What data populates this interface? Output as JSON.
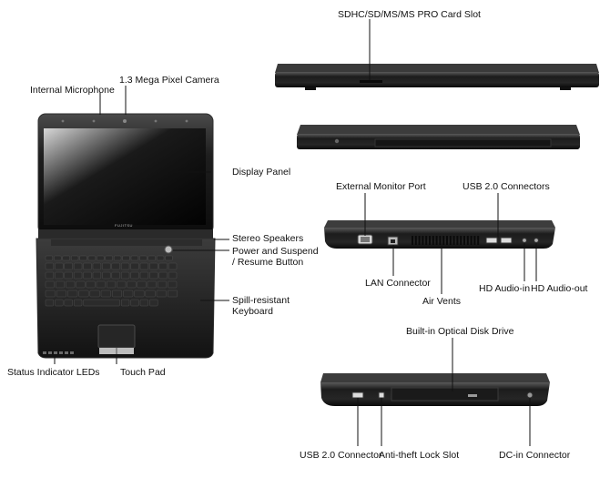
{
  "labels": {
    "card_slot": "SDHC/SD/MS/MS PRO Card Slot",
    "internal_mic": "Internal Microphone",
    "camera": "1.3 Mega Pixel Camera",
    "display_panel": "Display Panel",
    "stereo_speakers": "Stereo Speakers",
    "power_button_1": "Power and Suspend",
    "power_button_2": "/ Resume Button",
    "spill_keyboard_1": "Spill-resistant",
    "spill_keyboard_2": "Keyboard",
    "status_leds": "Status Indicator LEDs",
    "touch_pad": "Touch Pad",
    "external_monitor": "External Monitor Port",
    "usb_connectors": "USB 2.0 Connectors",
    "lan_connector": "LAN Connector",
    "air_vents": "Air Vents",
    "hd_audio_in": "HD Audio-in",
    "hd_audio_out": "HD Audio-out",
    "optical_drive": "Built-in Optical Disk Drive",
    "usb_connector": "USB 2.0 Connector",
    "lock_slot": "Anti-theft Lock Slot",
    "dc_in": "DC-in Connector",
    "brand_logo": "FUJITSU"
  },
  "colors": {
    "body": "#1b1b1b",
    "body_edge": "#3a3a3a",
    "screen": "#050505",
    "highlight": "#6a6a6a",
    "leader": "#111111"
  }
}
